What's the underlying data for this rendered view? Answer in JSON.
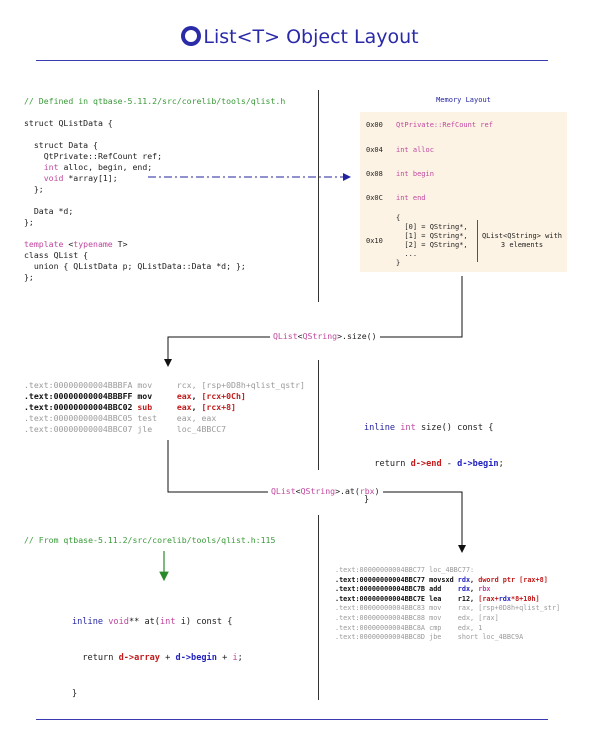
{
  "title": "List<T> Object Layout",
  "top_left": {
    "comment": "// Defined in qtbase-5.11.2/src/corelib/tools/qlist.h",
    "lines": [
      "struct QListData {",
      "",
      "  struct Data {",
      "    QtPrivate::RefCount ref;",
      "    int alloc, begin, end;",
      "    void *array[1];",
      "  };",
      "",
      "  Data *d;",
      "};",
      "",
      "template <typename T>",
      "class QList {",
      "  union { QListData p; QListData::Data *d; };",
      "};"
    ]
  },
  "memory_layout": {
    "title": "Memory Layout",
    "rows": [
      {
        "addr": "0x00",
        "value": "QtPrivate::RefCount ref"
      },
      {
        "addr": "0x04",
        "value": "int alloc"
      },
      {
        "addr": "0x08",
        "value": "int begin"
      },
      {
        "addr": "0x0C",
        "value": "int end"
      },
      {
        "addr": "0x10",
        "value_lines": [
          "{",
          "  [0] = QString*,",
          "  [1] = QString*,",
          "  [2] = QString*,",
          "  ...",
          "}"
        ],
        "note_line1": "QList<QString> with",
        "note_line2": "3 elements"
      }
    ]
  },
  "label_size": "QList<QString>.size()",
  "label_at": "QList<QString>.at(rbx)",
  "asm_size": [
    {
      "addr": ".text:00000000004BBBFA",
      "op": "mov",
      "args": "rcx, [rsp+0D8h+qlist_qstr]",
      "style": "grey"
    },
    {
      "addr": ".text:00000000004BBBFF",
      "op": "mov",
      "args": "eax, [rcx+0Ch]",
      "style": "bold"
    },
    {
      "addr": ".text:00000000004BBC02",
      "op": "sub",
      "args": "eax, [rcx+8]",
      "style": "bold"
    },
    {
      "addr": ".text:00000000004BBC05",
      "op": "test",
      "args": "eax, eax",
      "style": "grey"
    },
    {
      "addr": ".text:00000000004BBC07",
      "op": "jle",
      "args": "loc_4BBCC7",
      "style": "grey"
    }
  ],
  "size_code": {
    "line1": "inline int size() const {",
    "line2": "  return d->end - d->begin;",
    "line3": "}"
  },
  "bottom_comment": "// From qtbase-5.11.2/src/corelib/tools/qlist.h:115",
  "at_code": {
    "line1": "inline void** at(int i) const {",
    "line2": "  return d->array + d->begin + i;",
    "line3": "}"
  },
  "asm_at": [
    {
      "addr": ".text:00000000004BBC77",
      "op": "loc_4BBC77:",
      "args": "",
      "style": "grey"
    },
    {
      "addr": ".text:00000000004BBC77",
      "op": "movsxd",
      "args": "rdx, dword ptr [rax+8]",
      "style": "bold"
    },
    {
      "addr": ".text:00000000004BBC7B",
      "op": "add",
      "args": "rdx, rbx",
      "style": "bold"
    },
    {
      "addr": ".text:00000000004BBC7E",
      "op": "lea",
      "args": "r12, [rax+rdx*8+10h]",
      "style": "bold"
    },
    {
      "addr": ".text:00000000004BBC83",
      "op": "mov",
      "args": "rax, [rsp+0D8h+qlist_str]",
      "style": "grey"
    },
    {
      "addr": ".text:00000000004BBC88",
      "op": "mov",
      "args": "edx, [rax]",
      "style": "grey"
    },
    {
      "addr": ".text:00000000004BBC8A",
      "op": "cmp",
      "args": "edx, 1",
      "style": "grey"
    },
    {
      "addr": ".text:00000000004BBC8D",
      "op": "jbe",
      "args": "short loc_4BBC9A",
      "style": "grey"
    }
  ]
}
